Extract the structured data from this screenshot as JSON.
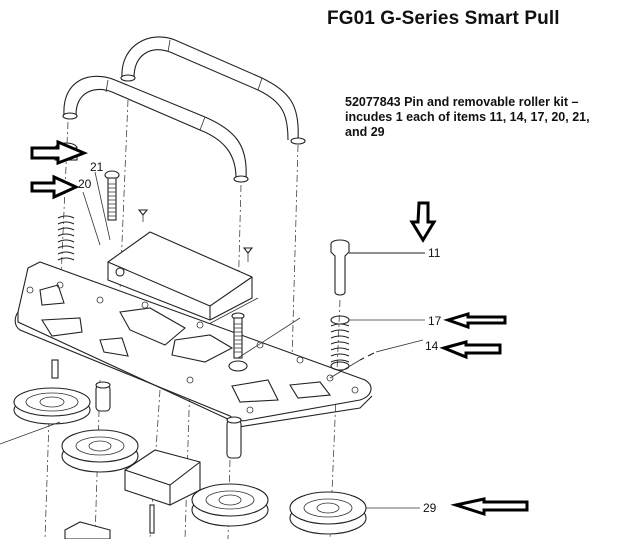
{
  "diagram": {
    "title": "FG01 G-Series Smart Pull",
    "kit_note": "52077843 Pin and removable roller kit – incudes 1 each of items 11, 14, 17, 20, 21, and 29",
    "callouts": [
      {
        "id": "11",
        "label": "11",
        "part": "pin"
      },
      {
        "id": "14",
        "label": "14",
        "part": "retaining-clip"
      },
      {
        "id": "17",
        "label": "17",
        "part": "spring"
      },
      {
        "id": "20",
        "label": "20",
        "part": "spring"
      },
      {
        "id": "21",
        "label": "21",
        "part": "bolt"
      },
      {
        "id": "29",
        "label": "29",
        "part": "roller-pulley"
      }
    ],
    "highlight_arrows": [
      {
        "points_to": "20",
        "direction": "right"
      },
      {
        "points_to": "21",
        "direction": "right"
      },
      {
        "points_to": "11",
        "direction": "down"
      },
      {
        "points_to": "17",
        "direction": "left"
      },
      {
        "points_to": "14",
        "direction": "left"
      },
      {
        "points_to": "29",
        "direction": "left"
      }
    ],
    "parts_shown": [
      "handle-bars",
      "control-box",
      "base-plate",
      "springs",
      "bolts",
      "pin",
      "pulleys",
      "bracket"
    ]
  }
}
